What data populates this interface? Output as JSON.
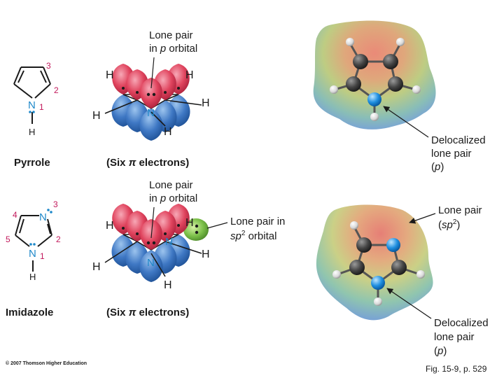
{
  "pyrrole": {
    "name": "Pyrrole",
    "electrons_prefix": "(Six ",
    "pi": "π",
    "electrons_suffix": " electrons)",
    "lone_pair_line1": "Lone pair",
    "lone_pair_line2_prefix": "in ",
    "lone_pair_p": "p",
    "lone_pair_line2_suffix": " orbital",
    "ring_atom_n": "N",
    "ring_atom_h": "H",
    "position_1": "1",
    "position_2": "2",
    "position_3": "3",
    "map_line1": "Delocalized",
    "map_line2": "lone pair",
    "map_line3_open": "(",
    "map_line3_p": "p",
    "map_line3_close": ")"
  },
  "imidazole": {
    "name": "Imidazole",
    "electrons_prefix": "(Six ",
    "pi": "π",
    "electrons_suffix": " electrons)",
    "lone_pair_line1": "Lone pair",
    "lone_pair_line2_prefix": "in ",
    "lone_pair_p": "p",
    "lone_pair_line2_suffix": " orbital",
    "sp2_line1": "Lone pair in",
    "sp2_sp": "sp",
    "sp2_sup": "2",
    "sp2_suffix": " orbital",
    "ring_atom_n": "N",
    "ring_atom_h": "H",
    "position_1": "1",
    "position_2": "2",
    "position_3": "3",
    "position_4": "4",
    "position_5": "5",
    "map_sp2_line1": "Lone pair",
    "map_sp2_open": "(",
    "map_sp2_sp": "sp",
    "map_sp2_sup": "2",
    "map_sp2_close": ")",
    "map_line1": "Delocalized",
    "map_line2": "lone pair",
    "map_line3_open": "(",
    "map_line3_p": "p",
    "map_line3_close": ")"
  },
  "orbital_h": "H",
  "orbital_n": "N",
  "copyright": "© 2007 Thomson Higher Education",
  "caption": "Fig. 15-9, p. 529",
  "colors": {
    "nitrogen": "#1e88c9",
    "position_numbers": "#c2185b",
    "p_lobe_top": "#e0445e",
    "p_lobe_bottom": "#3f78c4",
    "sp2_lobe": "#7cc04a"
  }
}
